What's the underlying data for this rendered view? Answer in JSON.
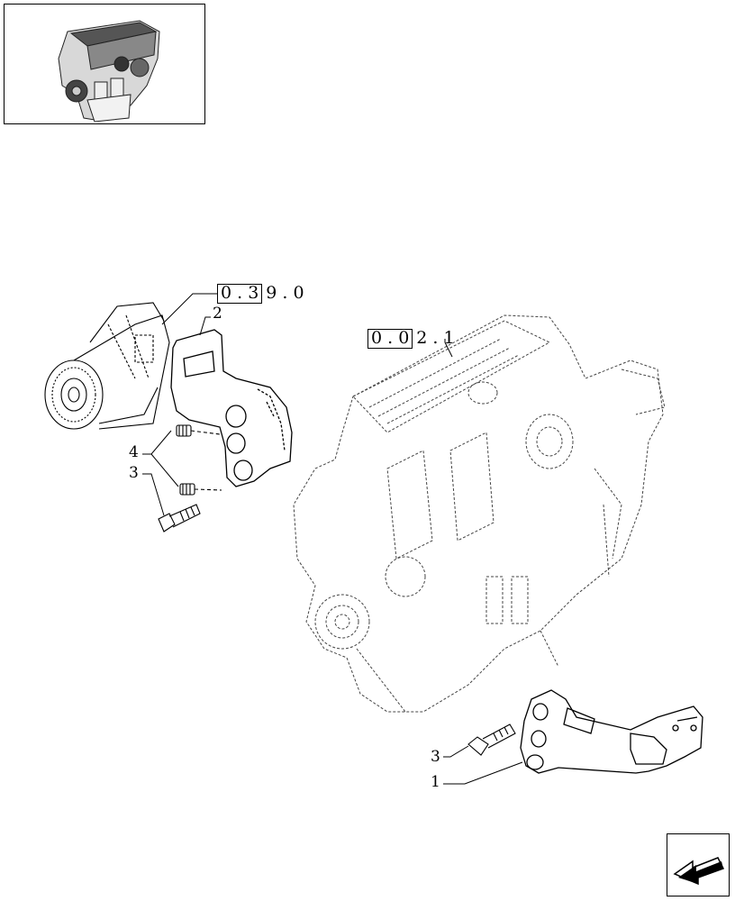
{
  "references": {
    "alternator_group": {
      "boxed": "0 . 3",
      "rest": "9 . 0"
    },
    "engine_group": {
      "boxed": "0 . 0",
      "rest": "2 . 1"
    }
  },
  "callouts": {
    "upper_bracket": "2",
    "spacers": "4",
    "upper_screw": "3",
    "lower_screw": "3",
    "lower_bracket": "1"
  },
  "icons": {
    "thumbnail": "engine-thumbnail-icon",
    "nav": "back-arrow-icon"
  }
}
